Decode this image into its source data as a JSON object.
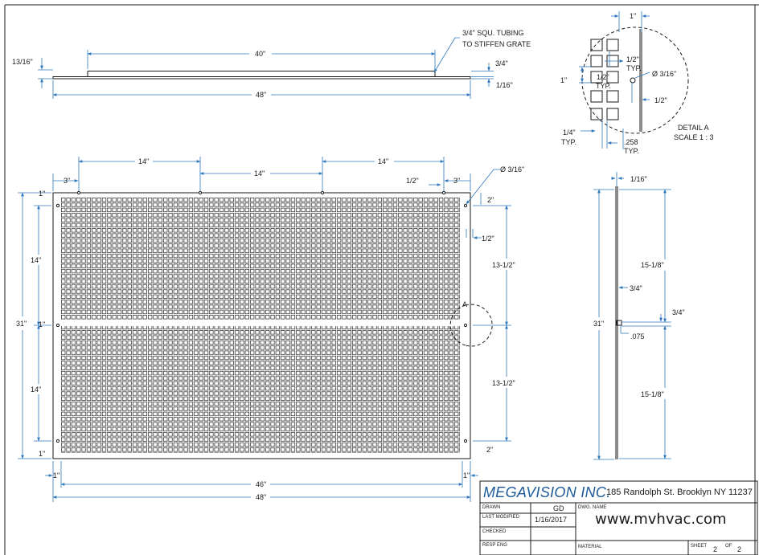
{
  "top_view": {
    "dim_overall_40": "40\"",
    "dim_overall_48": "48\"",
    "dim_13_16": "13/16\"",
    "dim_3_4": "3/4\"",
    "dim_1_16": "1/16\"",
    "note_line1": "3/4\" SQU. TUBING",
    "note_line2": "TO STIFFEN GRATE"
  },
  "detail_a": {
    "dim_1": "1\"",
    "dim_half_typ_a": "1/2\"",
    "typ_a": "TYP.",
    "dim_half_typ_b": "1/2\"",
    "typ_b": "TYP.",
    "dim_1_left": "1\"",
    "hole": "Ø 3/16\"",
    "dim_half_right": "1/2\"",
    "dim_quarter": "1/4\"",
    "typ_c": "TYP.",
    "dim_258": ".258",
    "typ_d": "TYP.",
    "title": "DETAIL A",
    "scale": "SCALE 1 : 3"
  },
  "front_view": {
    "dim_14_a": "14\"",
    "dim_14_b": "14\"",
    "dim_14_c": "14\"",
    "dim_3_left": "3\"",
    "dim_half_top": "1/2\"",
    "dim_3_right": "3\"",
    "hole_top": "Ø 3/16\"",
    "dim_1_top": "1\"",
    "dim_14_left_a": "14\"",
    "dim_31": "31\"",
    "dim_1_mid": "1\"",
    "dim_14_left_b": "14\"",
    "dim_1_bot": "1\"",
    "dim_2_top": "2\"",
    "dim_half_right": "1/2\"",
    "dim_13_half_a": "13-1/2\"",
    "detail_label": "A",
    "dim_13_half_b": "13-1/2\"",
    "dim_2_bot": "2\"",
    "dim_1_left_b": "1\"",
    "dim_1_right_b": "1\"",
    "dim_46": "46\"",
    "dim_48": "48\""
  },
  "side_view": {
    "dim_1_16": "1/16\"",
    "dim_31": "31\"",
    "dim_15_top": "15-1/8\"",
    "dim_3_4_a": "3/4\"",
    "dim_3_4_b": "3/4\"",
    "dim_075": ".075",
    "dim_15_bot": "15-1/8\""
  },
  "title_block": {
    "company": "MEGAVISION INC.",
    "address": "185 Randolph St. Brooklyn NY 11237",
    "drawn_label": "DRAWN",
    "drawn_value": "GD",
    "modified_label": "LAST MODIFIED",
    "modified_value": "1/16/2017",
    "checked_label": "CHECKED",
    "resp_label": "RESP ENG",
    "dwg_label": "DWG. NAME",
    "website": "www.mvhvac.com",
    "material_label": "MATERIAL",
    "sheet_label": "SHEET",
    "sheet_num": "2",
    "of_label": "OF",
    "sheet_total": "2"
  },
  "colors": {
    "line": "#1a1a1a",
    "dimension": "#2f78bd",
    "company": "#1d5a9a"
  }
}
